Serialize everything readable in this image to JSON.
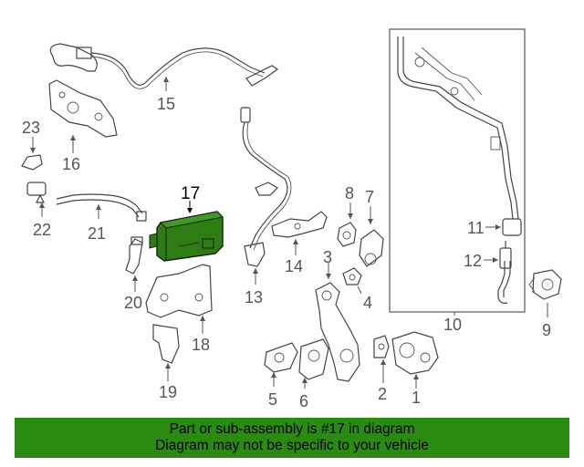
{
  "colors": {
    "banner_background": "#2a8a12",
    "highlight_part": "#2e7d14",
    "line_art": "#444444",
    "callout_text": "#555555"
  },
  "diagram": {
    "highlighted_part": "17",
    "callouts": [
      "1",
      "2",
      "3",
      "4",
      "5",
      "6",
      "7",
      "8",
      "9",
      "10",
      "11",
      "12",
      "13",
      "14",
      "15",
      "16",
      "17",
      "18",
      "19",
      "20",
      "21",
      "22",
      "23"
    ]
  },
  "banner": {
    "line1": "Part or sub-assembly is #17 in diagram",
    "line2": "Diagram may not be specific to your vehicle"
  }
}
